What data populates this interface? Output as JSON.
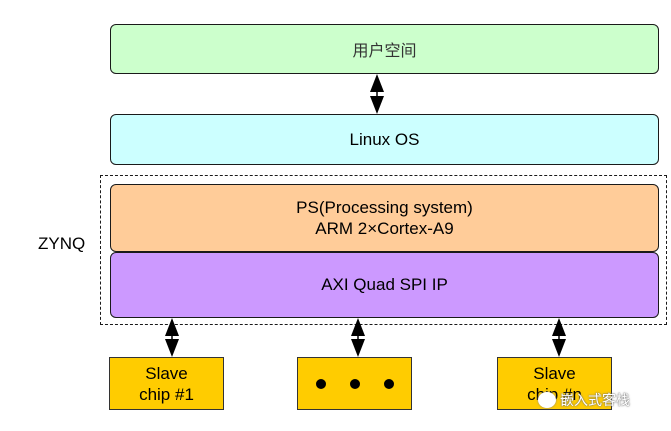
{
  "diagram": {
    "user_space": {
      "label": "用户空间",
      "color": "#ccffcc"
    },
    "linux_os": {
      "label": "Linux OS",
      "color": "#ccffff"
    },
    "zynq": {
      "label": "ZYNQ",
      "ps": {
        "line1": "PS(Processing system)",
        "line2": "ARM 2×Cortex-A9",
        "color": "#ffcc99"
      },
      "axi": {
        "label": "AXI Quad SPI IP",
        "color": "#cc99ff"
      }
    },
    "slaves": [
      {
        "line1": "Slave",
        "line2": "chip #1"
      },
      {
        "ellipsis": "• • •"
      },
      {
        "line1": "Slave",
        "line2": "chip #n"
      }
    ],
    "slave_color": "#ffcc00",
    "connections": [
      {
        "from": "用户空间",
        "to": "Linux OS",
        "type": "bidirectional"
      },
      {
        "from": "AXI Quad SPI IP",
        "to": "chip #1",
        "type": "bidirectional"
      },
      {
        "from": "AXI Quad SPI IP",
        "to": "...",
        "type": "bidirectional"
      },
      {
        "from": "AXI Quad SPI IP",
        "to": "chip #n",
        "type": "bidirectional"
      }
    ]
  },
  "watermark": {
    "text": "嵌入式客栈"
  }
}
